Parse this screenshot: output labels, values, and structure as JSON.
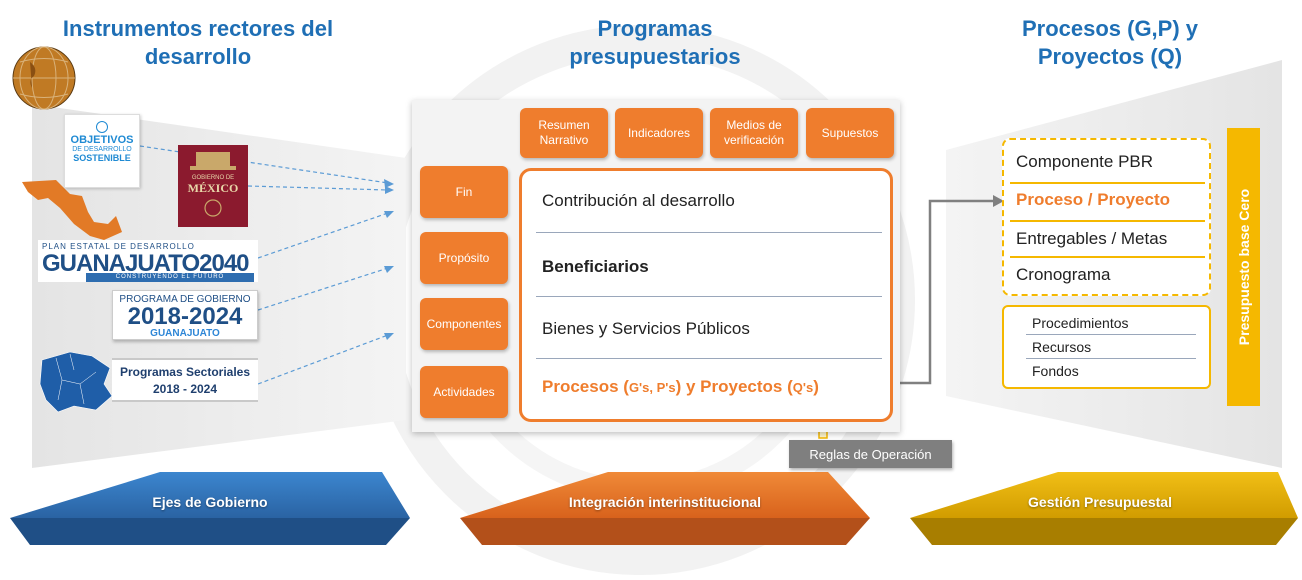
{
  "headings": {
    "left": [
      "Instrumentos rectores del",
      "desarrollo"
    ],
    "middle": [
      "Programas",
      "presupuestarios"
    ],
    "right": [
      "Procesos (G,P) y",
      "Proyectos (Q)"
    ]
  },
  "left_logos": {
    "ods": [
      "OBJETIVOS",
      "DE DESARROLLO",
      "SOSTENIBLE"
    ],
    "gobierno": [
      "GOBIERNO DE",
      "MÉXICO"
    ],
    "plan_estatal": {
      "top": "PLAN ESTATAL DE DESARROLLO",
      "main": "GUANAJUATO",
      "year": "2040",
      "sub": "CONSTRUYENDO EL FUTURO"
    },
    "programa_gobierno": {
      "top": "PROGRAMA DE GOBIERNO",
      "main": "2018-2024",
      "sub": "GUANAJUATO"
    },
    "sectoriales": [
      "Programas Sectoriales",
      "2018 - 2024"
    ]
  },
  "matrix": {
    "columns": [
      [
        "Resumen",
        "Narrativo"
      ],
      [
        "Indicadores"
      ],
      [
        "Medios de",
        "verificación"
      ],
      [
        "Supuestos"
      ]
    ],
    "levels": [
      "Fin",
      "Propósito",
      "Componentes",
      "Actividades"
    ],
    "rows": [
      "Contribución al desarrollo",
      "Beneficiarios",
      "Bienes y Servicios Públicos"
    ],
    "last_row": {
      "a": "Procesos (",
      "b": "G's, P's",
      "c": ") y Proyectos (",
      "d": "Q's",
      "e": ")"
    },
    "reglas": "Reglas de Operación"
  },
  "right": {
    "dashed_items": [
      "Componente PBR",
      "Proceso / Proyecto",
      "Entregables / Metas",
      "Cronograma"
    ],
    "solid_items": [
      "Procedimientos",
      "Recursos",
      "Fondos"
    ],
    "vertical_bar": "Presupuesto base Cero"
  },
  "bases": [
    {
      "label": "Ejes de Gobierno",
      "color": "#2e6db0"
    },
    {
      "label": "Integración interinstitucional",
      "color": "#e0691f"
    },
    {
      "label": "Gestión Presupuestal",
      "color": "#d9a400"
    }
  ],
  "colors": {
    "heading": "#1f6fb5",
    "orange": "#ef7d2d",
    "gold": "#f5b800",
    "blue": "#2e6db0"
  }
}
